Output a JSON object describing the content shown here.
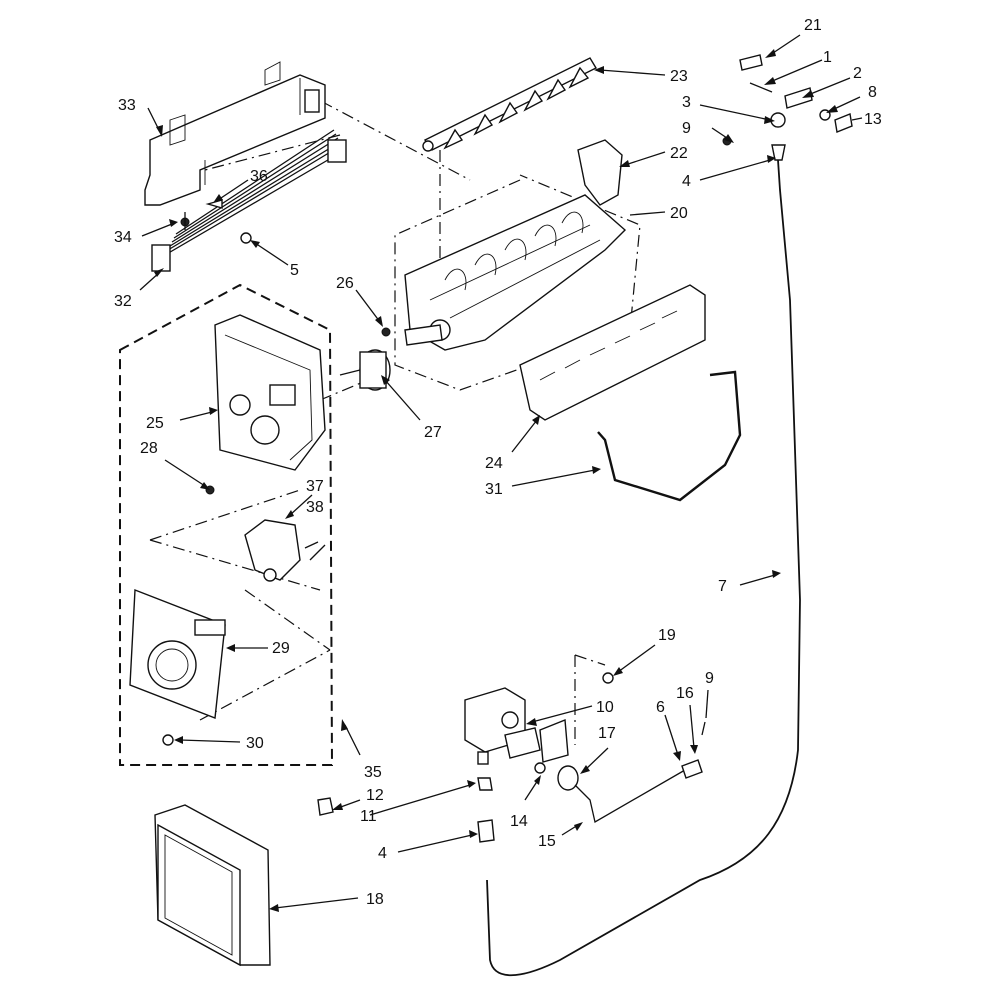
{
  "diagram": {
    "labels": [
      "21",
      "1",
      "2",
      "3",
      "8",
      "9",
      "13",
      "23",
      "22",
      "4",
      "20",
      "33",
      "36",
      "34",
      "5",
      "32",
      "26",
      "27",
      "25",
      "28",
      "24",
      "31",
      "37",
      "38",
      "29",
      "30",
      "35",
      "7",
      "19",
      "10",
      "9",
      "16",
      "6",
      "17",
      "12",
      "11",
      "14",
      "15",
      "4",
      "18"
    ]
  }
}
